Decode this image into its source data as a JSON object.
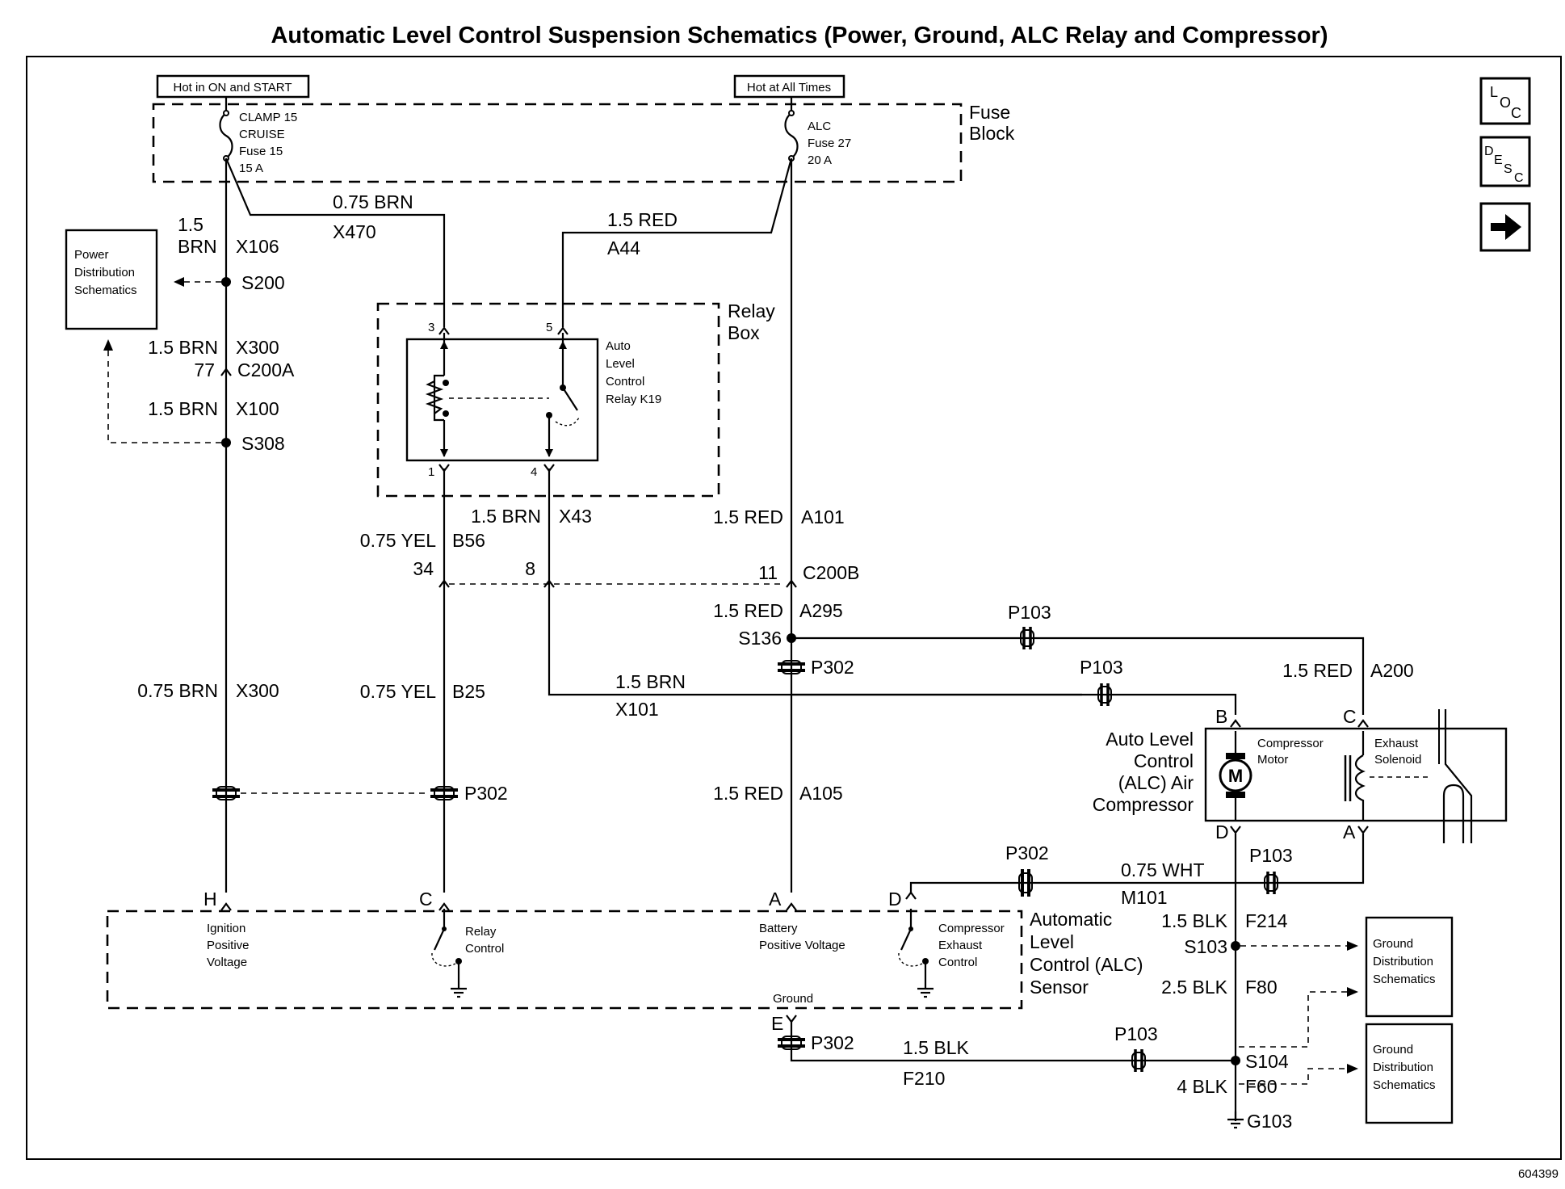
{
  "title": "Automatic Level Control Suspension Schematics (Power, Ground, ALC Relay and Compressor)",
  "figure_id": "604399",
  "nav_icons": [
    "LOC",
    "DESC",
    "arrow-right-icon"
  ],
  "power_tags": {
    "on_start": "Hot in ON and START",
    "all_times": "Hot at All Times"
  },
  "fuse_block": {
    "label_1": "Fuse",
    "label_2": "Block",
    "fuse15": [
      "CLAMP 15",
      "CRUISE",
      "Fuse 15",
      "15 A"
    ],
    "fuse27": [
      "ALC",
      "Fuse 27",
      "20 A"
    ]
  },
  "power_dist": [
    "Power",
    "Distribution",
    "Schematics"
  ],
  "relay_box": {
    "label_1": "Relay",
    "label_2": "Box",
    "relay": [
      "Auto",
      "Level",
      "Control",
      "Relay K19"
    ],
    "pins": [
      "3",
      "5",
      "1",
      "4"
    ]
  },
  "wires": {
    "w1": [
      "0.75 BRN",
      "X470"
    ],
    "w2": [
      "1.5 RED",
      "A44"
    ],
    "w3": [
      "1.5",
      "BRN",
      "X106"
    ],
    "w4": [
      "1.5 BRN",
      "X300"
    ],
    "w5": [
      "1.5 BRN",
      "X100"
    ],
    "w6": [
      "1.5 BRN",
      "X43"
    ],
    "w7": [
      "0.75 YEL",
      "B56"
    ],
    "w8": [
      "1.5 RED",
      "A101"
    ],
    "w9": [
      "1.5 RED",
      "A295"
    ],
    "w10": [
      "0.75 BRN",
      "X300"
    ],
    "w11": [
      "0.75 YEL",
      "B25"
    ],
    "w12": [
      "1.5 BRN",
      "X101"
    ],
    "w13": [
      "1.5 RED",
      "A200"
    ],
    "w14": [
      "1.5 RED",
      "A105"
    ],
    "w15": [
      "0.75 WHT",
      "M101"
    ],
    "w16": [
      "1.5 BLK",
      "F214"
    ],
    "w17": [
      "2.5 BLK",
      "F80"
    ],
    "w18": [
      "1.5 BLK",
      "F210"
    ],
    "w19": [
      "4 BLK",
      "F60"
    ]
  },
  "splices": [
    "S200",
    "S308",
    "S136",
    "S103",
    "S104"
  ],
  "connectors": {
    "c200a": [
      "77",
      "C200A"
    ],
    "c200b": [
      "34",
      "8",
      "11",
      "C200B"
    ],
    "p302": "P302",
    "p103": "P103"
  },
  "compressor": {
    "name": [
      "Auto Level",
      "Control",
      "(ALC) Air",
      "Compressor"
    ],
    "motor": [
      "Compressor",
      "Motor"
    ],
    "motor_symbol": "M",
    "solenoid": [
      "Exhaust",
      "Solenoid"
    ],
    "pins": [
      "B",
      "C",
      "D",
      "A"
    ]
  },
  "sensor": {
    "name": [
      "Automatic",
      "Level",
      "Control (ALC)",
      "Sensor"
    ],
    "pins": [
      "H",
      "C",
      "A",
      "D",
      "E"
    ],
    "ignition": [
      "Ignition",
      "Positive",
      "Voltage"
    ],
    "relay_control": [
      "Relay",
      "Control"
    ],
    "battery": [
      "Battery",
      "Positive Voltage"
    ],
    "exhaust": [
      "Compressor",
      "Exhaust",
      "Control"
    ],
    "ground": "Ground"
  },
  "ground_dist": [
    "Ground",
    "Distribution",
    "Schematics"
  ],
  "ground_point": "G103"
}
